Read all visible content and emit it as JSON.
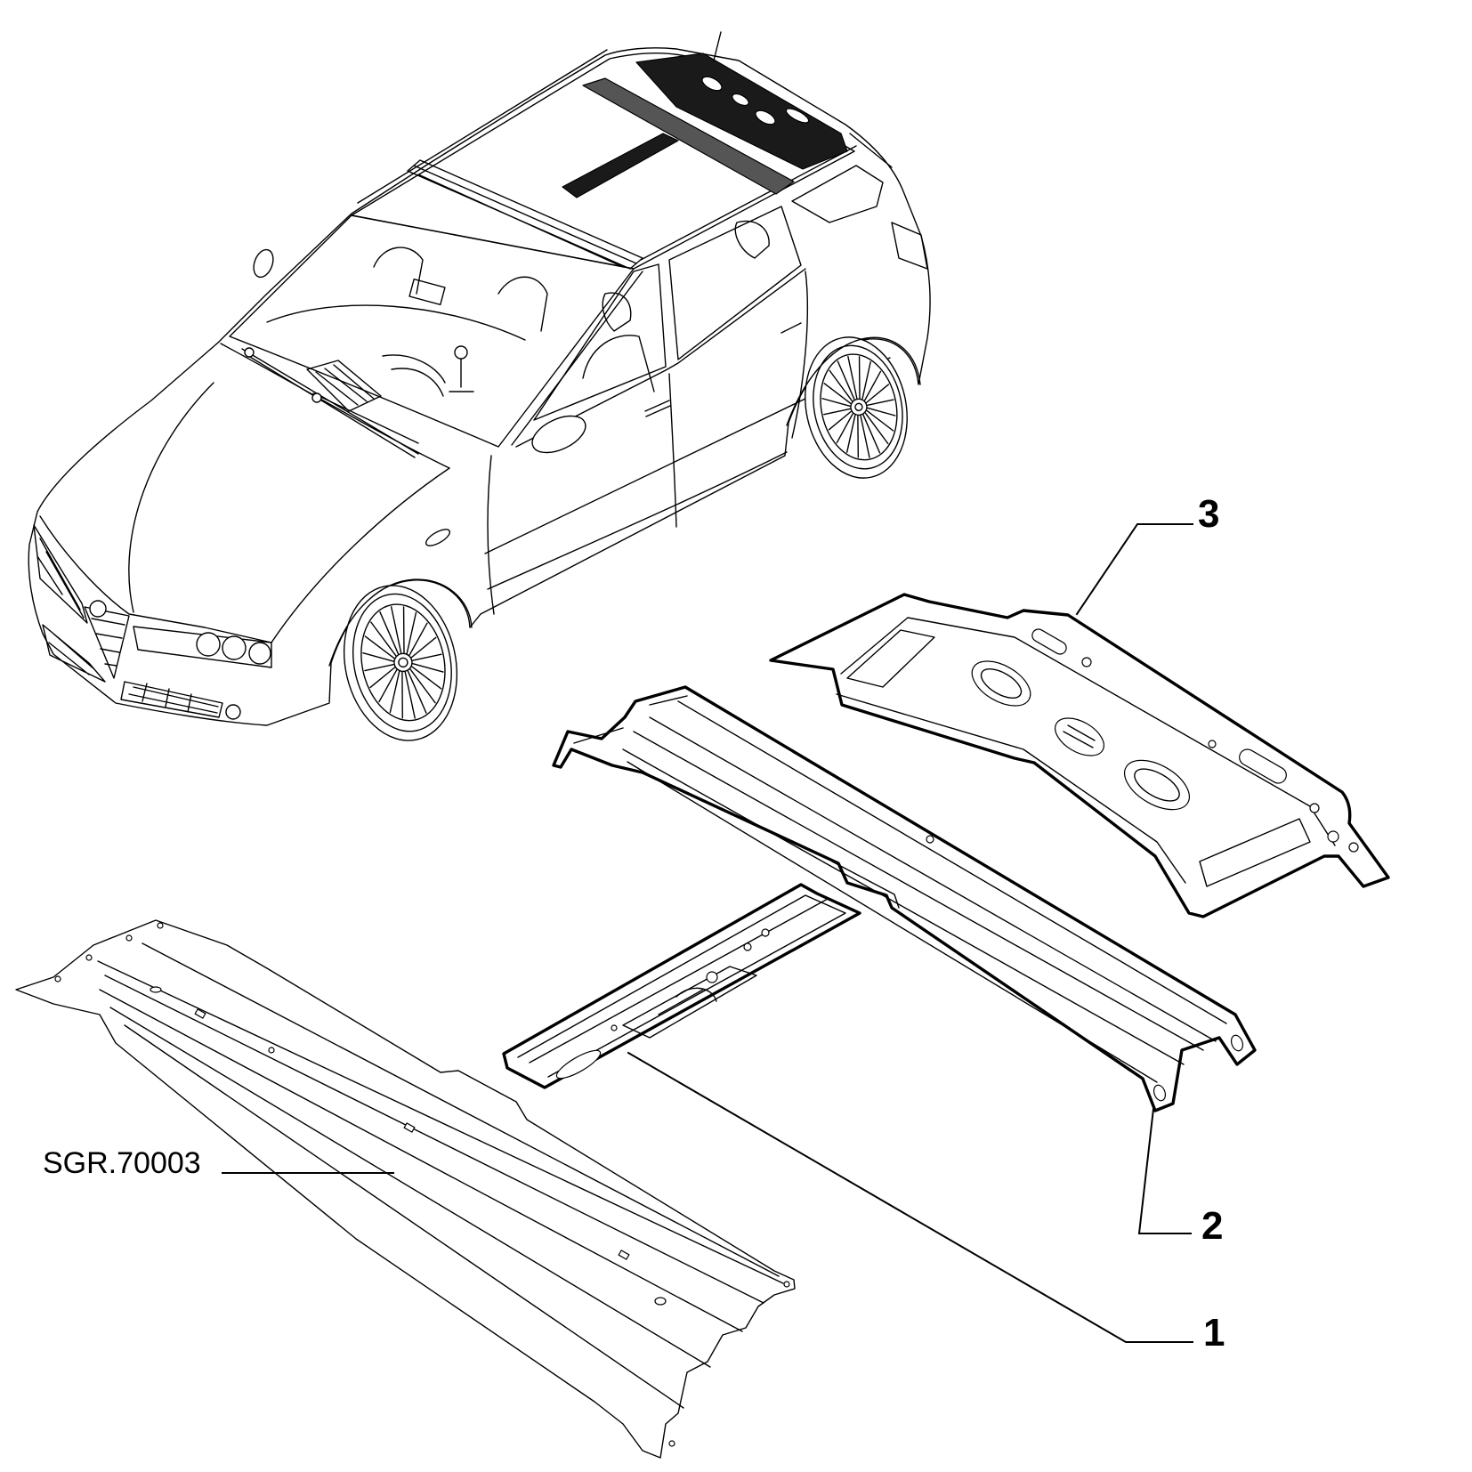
{
  "colors": {
    "line": "#000000",
    "background": "#ffffff",
    "highlight": "#1a1a1a"
  },
  "callouts": {
    "part_1": "1",
    "part_2": "2",
    "part_3": "3"
  },
  "reference_code": "SGR.70003"
}
